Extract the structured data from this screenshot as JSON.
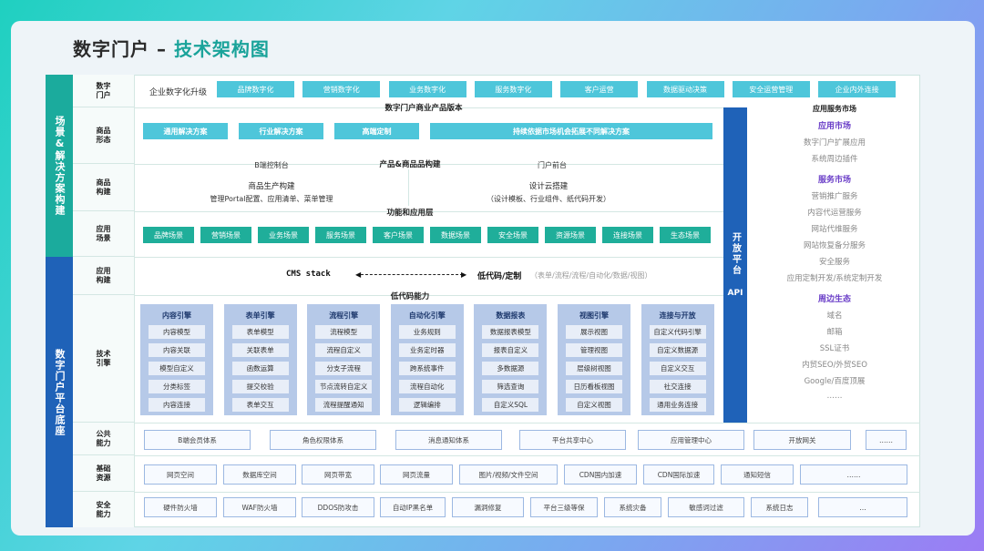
{
  "title": {
    "prefix": "数字门户 – ",
    "accent": "技术架构图"
  },
  "sidebar": {
    "top": "场景&解决方案构建",
    "bottom": "数字门户平台底座"
  },
  "rows": {
    "digital_portal": "数字\n门户",
    "product_form": "商品\n形态",
    "product_build": "商品\n构建",
    "app_scene": "应用\n场景",
    "app_build": "应用\n构建",
    "tech_engine": "技术\n引擎",
    "public": "公共\n能力",
    "infra": "基础\n资源",
    "security": "安全\n能力"
  },
  "digital": {
    "upgrade_label": "企业数字化升级",
    "items": [
      "品牌数字化",
      "营销数字化",
      "业务数字化",
      "服务数字化",
      "客户运营",
      "数据驱动决策",
      "安全运营管理",
      "企业内外连接"
    ]
  },
  "product_form": {
    "header": "数字门户商业产品版本",
    "items": [
      "通用解决方案",
      "行业解决方案",
      "高端定制",
      "持续依据市场机会拓展不同解决方案"
    ]
  },
  "product_build": {
    "header": "产品&商品品构建",
    "left_label": "B端控制台",
    "right_label": "门户前台",
    "left_title": "商品生产构建",
    "left_desc": "管理Portal配置、应用清单、菜单管理",
    "right_title": "设计云搭建",
    "right_desc": "（设计模板、行业组件、纸代码开发）"
  },
  "app_scene": {
    "header": "功能和应用层",
    "items": [
      "品牌场景",
      "营销场景",
      "业务场景",
      "服务场景",
      "客户场景",
      "数据场景",
      "安全场景",
      "资源场景",
      "连接场景",
      "生态场景"
    ]
  },
  "app_build": {
    "left": "CMS stack",
    "right": "低代码/定制",
    "right_desc": "（表单/流程/流程/自动化/数据/视图）"
  },
  "engines": {
    "header": "低代码能力",
    "list": [
      {
        "title": "内容引擎",
        "items": [
          "内容模型",
          "内容关联",
          "模型自定义",
          "分类标签",
          "内容连接"
        ]
      },
      {
        "title": "表单引擎",
        "items": [
          "表单模型",
          "关联表单",
          "函数运算",
          "提交校验",
          "表单交互"
        ]
      },
      {
        "title": "流程引擎",
        "items": [
          "流程模型",
          "流程自定义",
          "分支子流程",
          "节点流转自定义",
          "流程提醒通知"
        ]
      },
      {
        "title": "自动化引擎",
        "items": [
          "业务规则",
          "业务定时器",
          "跨系统事件",
          "流程自动化",
          "逻辑编排"
        ]
      },
      {
        "title": "数据报表",
        "items": [
          "数据报表模型",
          "报表自定义",
          "多数据源",
          "筛选查询",
          "自定义SQL"
        ]
      },
      {
        "title": "视图引擎",
        "items": [
          "展示视图",
          "管理视图",
          "层级树视图",
          "日历看板视图",
          "自定义视图"
        ]
      },
      {
        "title": "连接与开放",
        "items": [
          "自定义代码引擎",
          "自定义数据源",
          "自定义交互",
          "社交连接",
          "通用业务连接"
        ]
      }
    ]
  },
  "public": {
    "items": [
      "B端会员体系",
      "角色权限体系",
      "消息通知体系",
      "平台共享中心",
      "应用管理中心",
      "开放网关",
      "……"
    ]
  },
  "infra": {
    "items": [
      "网页空间",
      "数据库空间",
      "网页带宽",
      "网页流量",
      "图片/视频/文件空间",
      "CDN国内加速",
      "CDN国际加速",
      "通知短信",
      "……"
    ]
  },
  "security": {
    "items": [
      "硬件防火墙",
      "WAF防火墙",
      "DDOS防攻击",
      "自动IP黑名单",
      "漏洞修复",
      "平台三级等保",
      "系统灾备",
      "敏感词过滤",
      "系统日志",
      "…"
    ]
  },
  "open_platform": {
    "label": "开放平台",
    "api": "API"
  },
  "market": {
    "title": "应用服务市场",
    "sections": [
      {
        "name": "应用市场",
        "items": [
          "数字门户扩展应用",
          "系统周边插件"
        ]
      },
      {
        "name": "服务市场",
        "items": [
          "营销推广服务",
          "内容代运营服务",
          "网站代维服务",
          "网站恢复备分服务",
          "安全服务",
          "应用定制开发/系统定制开发"
        ]
      },
      {
        "name": "周边生态",
        "items": [
          "域名",
          "邮箱",
          "SSL证书",
          "内贸SEO/外贸SEO",
          "Google/百度顶展",
          "……"
        ]
      }
    ]
  },
  "colors": {
    "teal": "#1bab9d",
    "blue": "#1f62b8",
    "lightblue": "#4ec6da",
    "purple": "#6b3fc8"
  }
}
